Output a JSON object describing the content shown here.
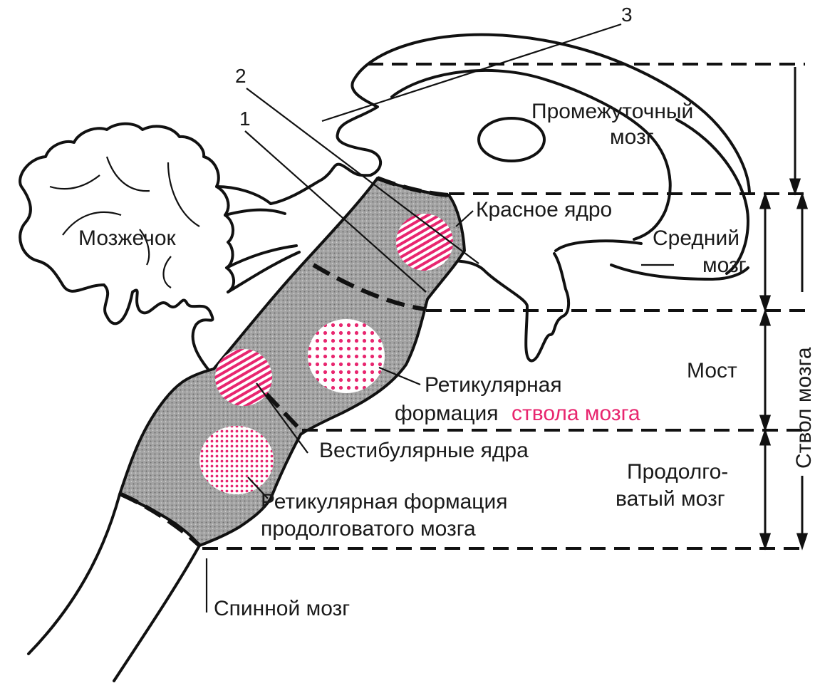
{
  "colors": {
    "ink": "#111111",
    "accent": "#e8266f",
    "stem_shade": "#9a9a9a"
  },
  "numbers": {
    "n1": "1",
    "n2": "2",
    "n3": "3"
  },
  "labels": {
    "cerebellum": "Мозжечок",
    "diencephalon_1": "Промежуточный",
    "diencephalon_2": "мозг",
    "red_nucleus": "Красное ядро",
    "midbrain_1": "Средний",
    "midbrain_2": "мозг",
    "pons": "Мост",
    "reticular_stem_1": "Ретикулярная",
    "reticular_stem_2a": "формация",
    "reticular_stem_2b": "ствола мозга",
    "vestibular": "Вестибулярные ядра",
    "medulla_1": "Продолго-",
    "medulla_2": "ватый мозг",
    "reticular_medulla_1": "Ретикулярная формация",
    "reticular_medulla_2": "продолговатого мозга",
    "spinal_cord": "Спинной мозг",
    "brainstem": "Ствол мозга"
  }
}
